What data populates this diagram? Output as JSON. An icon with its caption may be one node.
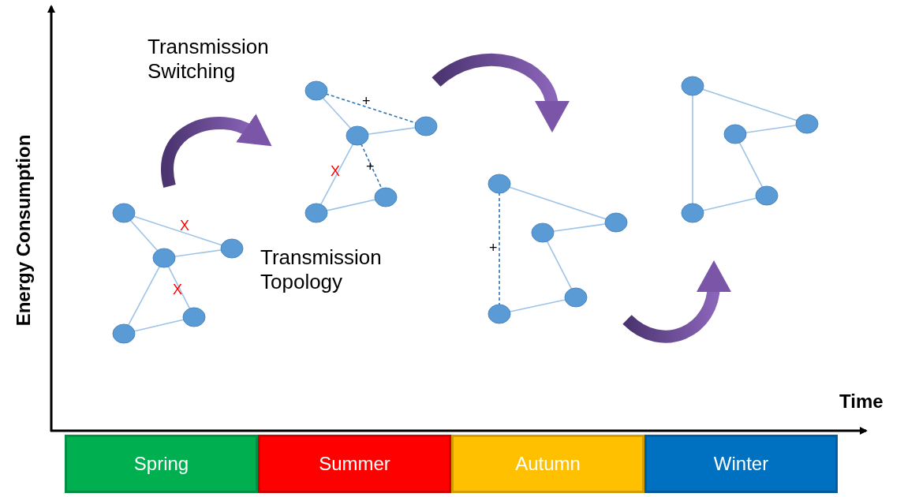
{
  "diagram": {
    "nodes": [
      {
        "text": [],
        "shape": "circle"
      },
      {
        "text": [],
        "shape": "circle"
      },
      {
        "text": [],
        "shape": "circle"
      },
      {
        "text": [],
        "shape": "circle"
      },
      {
        "text": [],
        "shape": "circle"
      },
      {
        "text": [],
        "shape": "circle"
      },
      {
        "text": [],
        "shape": "circle"
      },
      {
        "text": [],
        "shape": "circle"
      },
      {
        "text": [],
        "shape": "circle"
      },
      {
        "text": [],
        "shape": "circle"
      },
      {
        "text": [],
        "shape": "circle"
      },
      {
        "text": [],
        "shape": "circle"
      },
      {
        "text": [],
        "shape": "circle"
      },
      {
        "text": [],
        "shape": "circle"
      },
      {
        "text": [],
        "shape": "circle"
      },
      {
        "text": [],
        "shape": "circle"
      },
      {
        "text": [],
        "shape": "circle"
      },
      {
        "text": [],
        "shape": "circle"
      },
      {
        "text": [],
        "shape": "circle"
      },
      {
        "text": [],
        "shape": "circle"
      },
      {
        "text": [
          "Spring"
        ]
      },
      {
        "text": [
          "Summer"
        ]
      },
      {
        "text": [
          "Autumn"
        ]
      },
      {
        "text": [
          "Winter"
        ]
      }
    ],
    "edges": [
      {
        "from": 0,
        "to": 1,
        "arrow": "none"
      },
      {
        "from": 0,
        "to": 2,
        "arrow": "none"
      },
      {
        "from": 1,
        "to": 2,
        "arrow": "none"
      },
      {
        "from": 1,
        "to": 3,
        "arrow": "none"
      },
      {
        "from": 3,
        "to": 4,
        "arrow": "none"
      },
      {
        "from": 4,
        "to": 1,
        "arrow": "none"
      },
      {
        "from": 5,
        "to": 7,
        "arrow": "none",
        "style": "dashed",
        "color": "#2e75b6"
      },
      {
        "from": 5,
        "to": 6,
        "arrow": "none"
      },
      {
        "from": 6,
        "to": 7,
        "arrow": "none"
      },
      {
        "from": 6,
        "to": 8,
        "arrow": "none",
        "style": "dashed",
        "color": "#2e75b6"
      },
      {
        "from": 6,
        "to": 9,
        "arrow": "none"
      },
      {
        "from": 9,
        "to": 8,
        "arrow": "none"
      },
      {
        "from": 10,
        "to": 12,
        "arrow": "none"
      },
      {
        "from": 11,
        "to": 12,
        "arrow": "none"
      },
      {
        "from": 11,
        "to": 13,
        "arrow": "none"
      },
      {
        "from": 13,
        "to": 14,
        "arrow": "none"
      },
      {
        "from": 10,
        "to": 14,
        "arrow": "none",
        "style": "dashed",
        "color": "#2e75b6"
      },
      {
        "from": 15,
        "to": 17,
        "arrow": "none"
      },
      {
        "from": 16,
        "to": 17,
        "arrow": "none"
      },
      {
        "from": 16,
        "to": 18,
        "arrow": "none"
      },
      {
        "from": 18,
        "to": 19,
        "arrow": "none"
      },
      {
        "from": 15,
        "to": 19,
        "arrow": "none"
      }
    ],
    "labels": [
      "Transmission Switching",
      "+",
      "+",
      "X",
      "X",
      "Energy Consumption",
      "Transmission Topology",
      "X",
      "+",
      "Time"
    ]
  }
}
